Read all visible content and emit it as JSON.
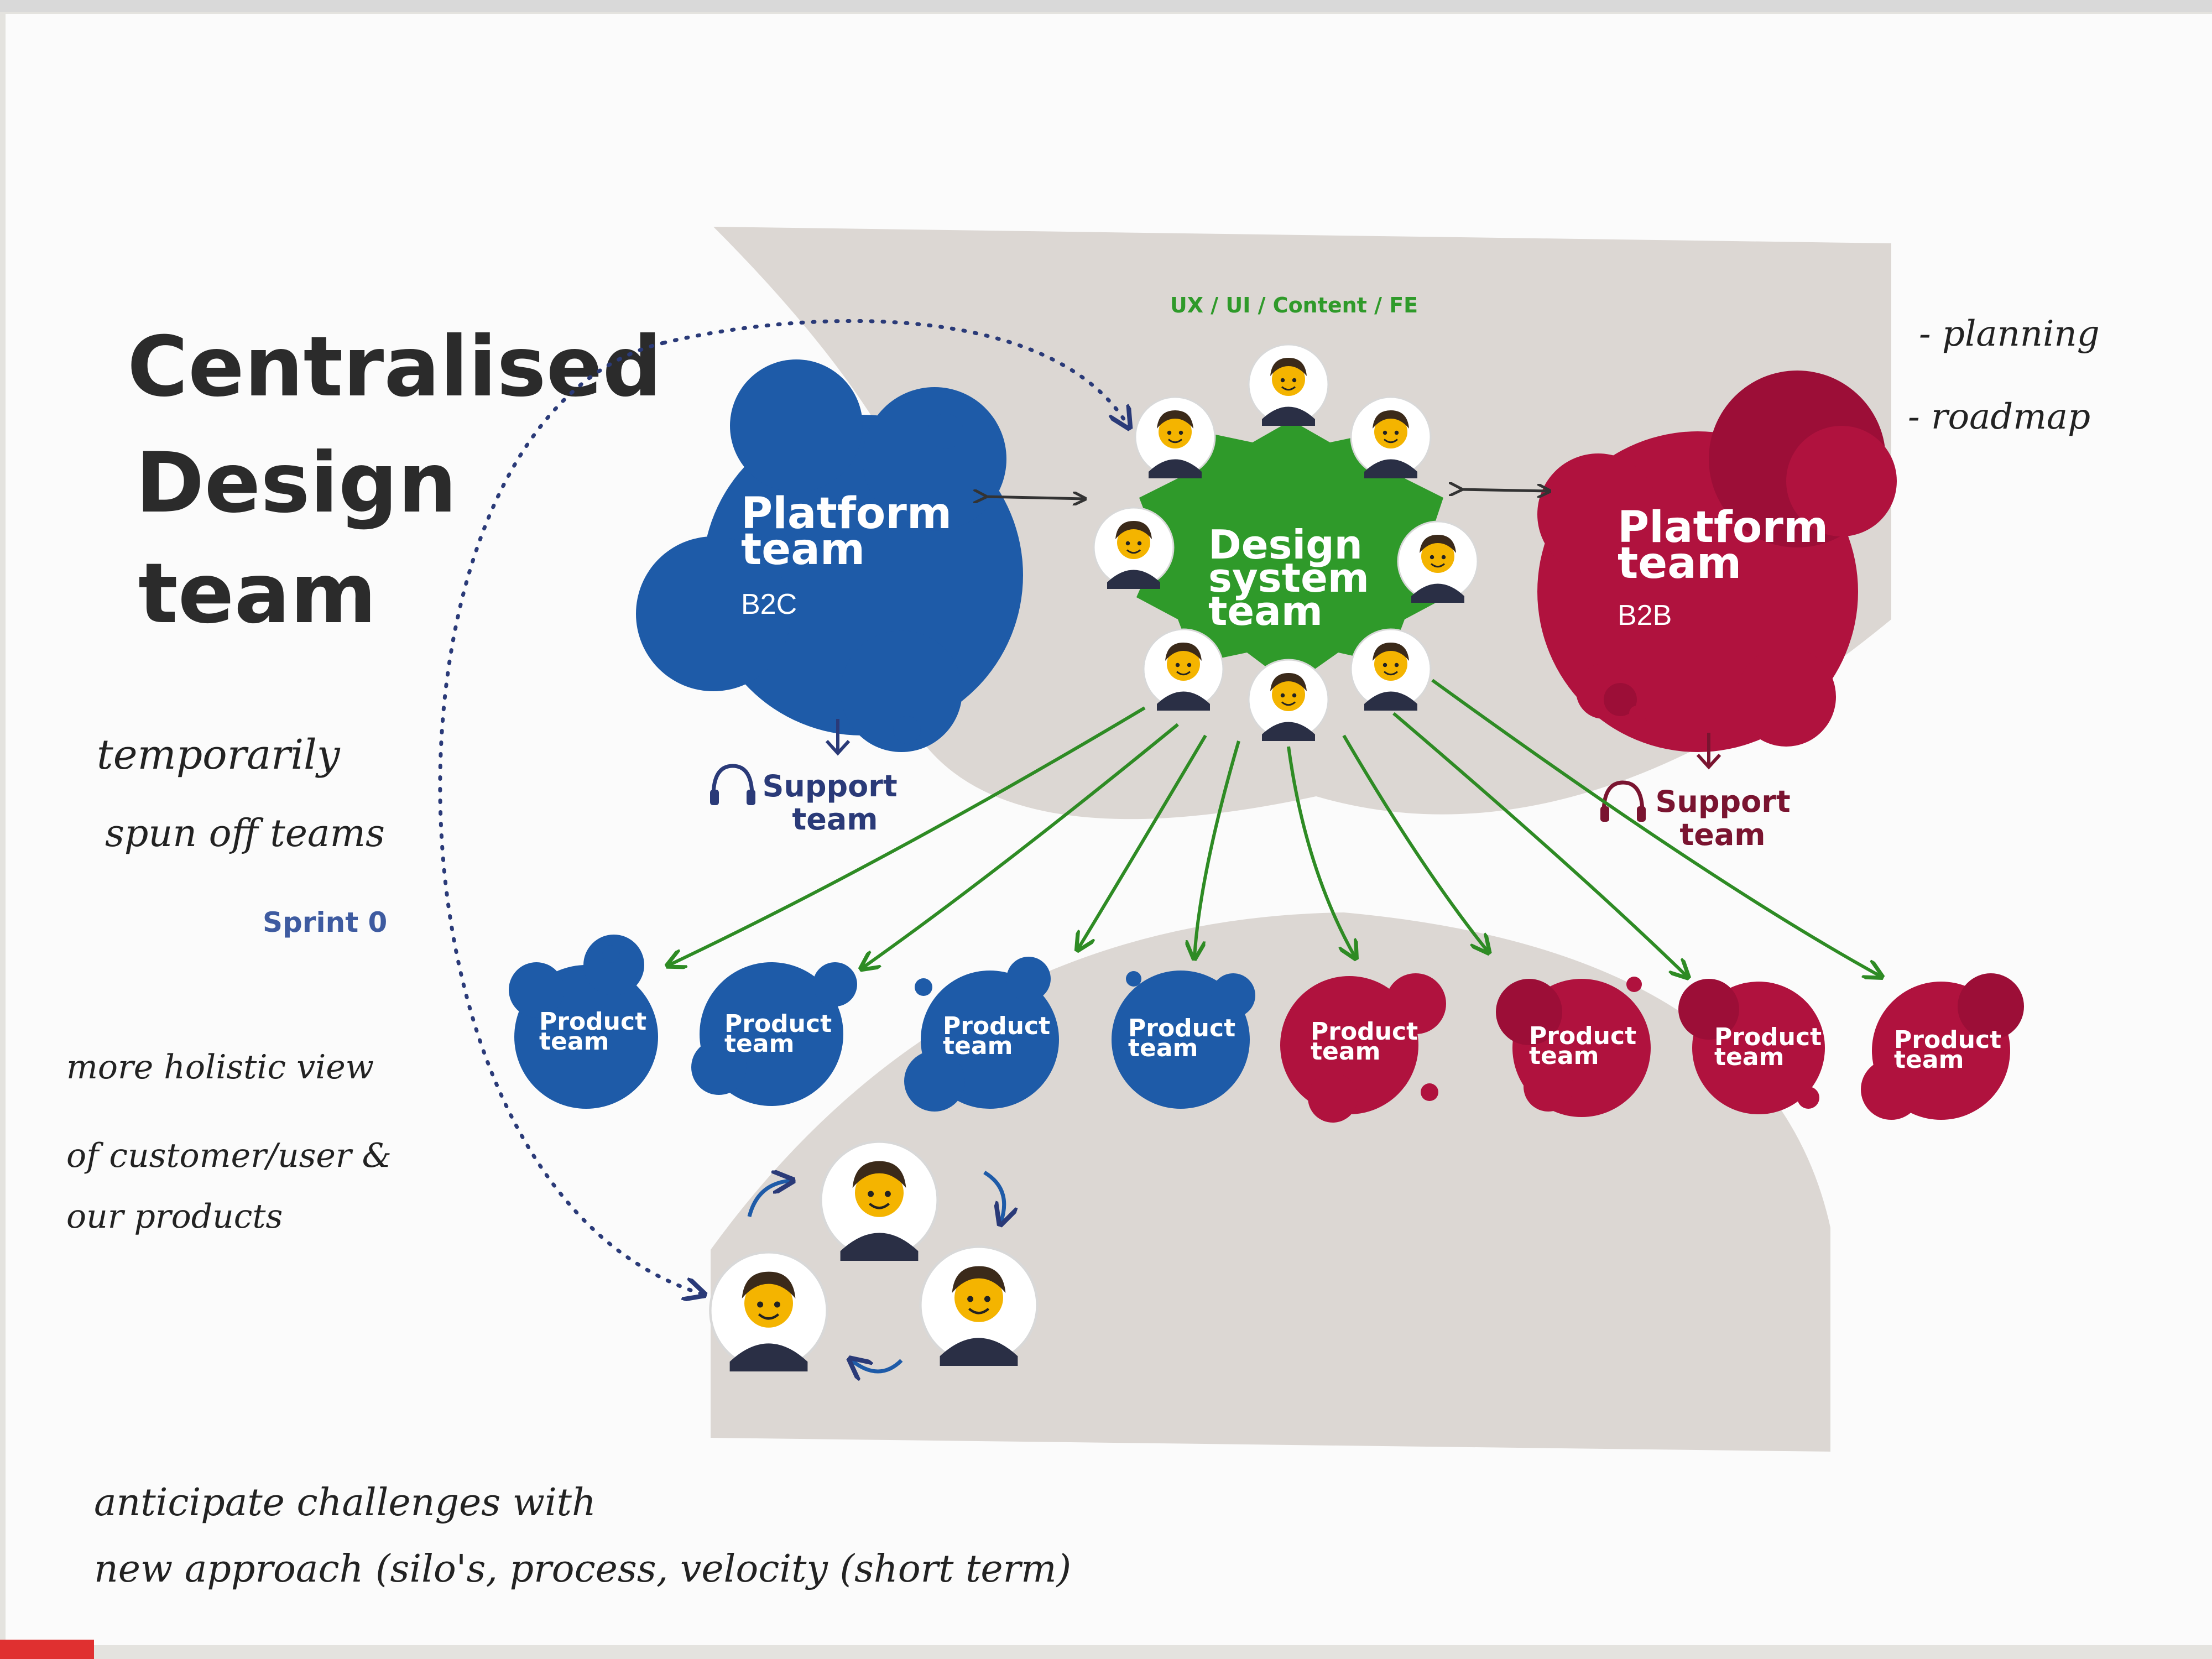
{
  "title": [
    "Centralised",
    "Design",
    "team"
  ],
  "roles_label": "UX / UI / Content / FE",
  "center_team": [
    "Design",
    "system",
    "team"
  ],
  "platform_b2c": {
    "title": [
      "Platform",
      "team"
    ],
    "code": "B2C",
    "color": "#1e5ba8"
  },
  "platform_b2b": {
    "title": [
      "Platform",
      "team"
    ],
    "code": "B2B",
    "color": "#b0123e"
  },
  "support_b2c": [
    "Support",
    "team"
  ],
  "support_b2b": [
    "Support",
    "team"
  ],
  "sprint_label": "Sprint 0",
  "product_teams": [
    {
      "label": [
        "Product",
        "team"
      ],
      "color": "#1e5ba8"
    },
    {
      "label": [
        "Product",
        "team"
      ],
      "color": "#1e5ba8"
    },
    {
      "label": [
        "Product",
        "team"
      ],
      "color": "#1e5ba8"
    },
    {
      "label": [
        "Product",
        "team"
      ],
      "color": "#1e5ba8"
    },
    {
      "label": [
        "Product",
        "team"
      ],
      "color": "#b0123e"
    },
    {
      "label": [
        "Product",
        "team"
      ],
      "color": "#b0123e"
    },
    {
      "label": [
        "Product",
        "team"
      ],
      "color": "#b0123e"
    },
    {
      "label": [
        "Product",
        "team"
      ],
      "color": "#b0123e"
    }
  ],
  "handwritten_notes": {
    "planning": "- planning",
    "roadmap": "- roadmap",
    "temporarily": "temporarily",
    "spun_off": "spun off teams",
    "holistic_1": "more holistic view",
    "holistic_2": "of customer/user &",
    "holistic_3": "our products",
    "anticipate_1": "anticipate challenges with",
    "anticipate_2": "new approach (silo's, process, velocity (short term)"
  },
  "colors": {
    "blue": "#1e5ba8",
    "crimson": "#b0123e",
    "green": "#2f9a2a",
    "arrow_green": "#2e8b24",
    "grey_shape": "#dcd7d3",
    "navy_text": "#2a3a78",
    "maroon_text": "#7a1430"
  },
  "icons": [
    "headphones-icon",
    "arrow-down-icon",
    "avatar-icon",
    "cycle-arrow-icon",
    "double-arrow-icon"
  ]
}
